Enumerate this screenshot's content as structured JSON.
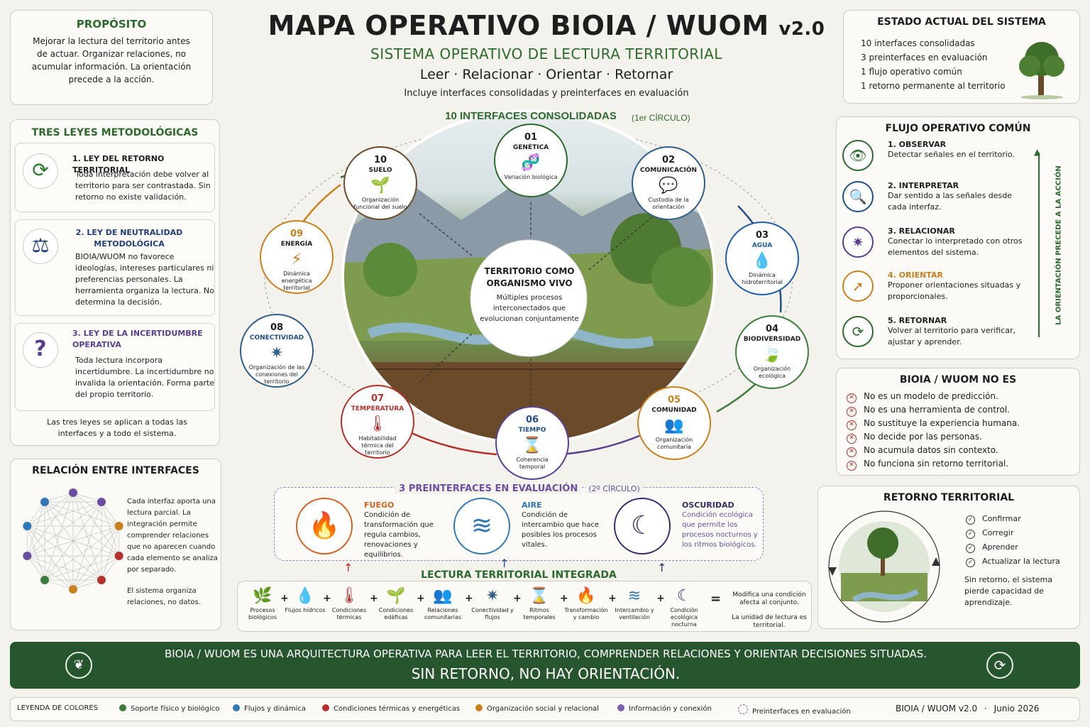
{
  "header": {
    "title": "MAPA OPERATIVO BIOIA / WUOM",
    "version": "v2.0",
    "subtitle": "SISTEMA OPERATIVO DE LECTURA TERRITORIAL",
    "steps": "Leer · Relacionar · Orientar · Retornar",
    "note": "Incluye interfaces consolidadas y preinterfaces en evaluación"
  },
  "proposito": {
    "title": "PROPÓSITO",
    "text": "Mejorar la lectura del territorio antes de actuar. Organizar relaciones, no acumular información. La orientación precede a la acción."
  },
  "leyes": {
    "title": "TRES LEYES METODOLÓGICAS",
    "items": [
      {
        "title": "1. LEY DEL RETORNO TERRITORIAL",
        "text": "Toda interpretación debe volver al territorio para ser contrastada. Sin retorno no existe validación.",
        "icon": "refresh-icon"
      },
      {
        "title": "2. LEY DE NEUTRALIDAD METODOLÓGICA",
        "text": "BIOIA/WUOM no favorece ideologías, intereses particulares ni preferencias personales. La herramienta organiza la lectura. No determina la decisión.",
        "icon": "scales-icon"
      },
      {
        "title": "3. LEY DE LA INCERTIDUMBRE OPERATIVA",
        "text": "Toda lectura incorpora incertidumbre. La incertidumbre no invalida la orientación. Forma parte del propio territorio.",
        "icon": "question-icon"
      }
    ],
    "footer": "Las tres leyes se aplican a todas las interfaces y a todo el sistema."
  },
  "relacion": {
    "title": "RELACIÓN ENTRE INTERFACES",
    "text1": "Cada interfaz aporta una lectura parcial. La integración permite comprender relaciones que no aparecen cuando cada elemento se analiza por separado.",
    "text2": "El sistema organiza relaciones, no datos.",
    "node_colors": [
      "#6a4fa0",
      "#6a4fa0",
      "#c9811d",
      "#b5312c",
      "#b5312c",
      "#c9811d",
      "#3c7d3c",
      "#6a4fa0",
      "#2f78b5",
      "#2f78b5"
    ]
  },
  "ring": {
    "label": "10 INTERFACES CONSOLIDADAS",
    "label_suffix": "(1er CÍRCULO)",
    "center": {
      "title": "TERRITORIO COMO ORGANISMO VIVO",
      "text": "Múltiples procesos interconectados que evolucionan conjuntamente"
    },
    "interfaces": [
      {
        "num": "01",
        "name": "GENÉTICA",
        "desc": "Variación biológica",
        "icon": "🧬",
        "color": "#2d6a2d"
      },
      {
        "num": "02",
        "name": "COMUNICACIÓN",
        "desc": "Custodia de la orientación",
        "icon": "💬",
        "color": "#2f5f8a"
      },
      {
        "num": "03",
        "name": "AGUA",
        "desc": "Dinámica hidroterritorial",
        "icon": "💧",
        "color": "#1f5fa8"
      },
      {
        "num": "04",
        "name": "BIODIVERSIDAD",
        "desc": "Organización ecológica",
        "icon": "🍃",
        "color": "#3c7d3c"
      },
      {
        "num": "05",
        "name": "COMUNIDAD",
        "desc": "Organización comunitaria",
        "icon": "👥",
        "color": "#c9811d"
      },
      {
        "num": "06",
        "name": "TIEMPO",
        "desc": "Coherencia temporal",
        "icon": "⌛",
        "color": "#5a3f8f"
      },
      {
        "num": "07",
        "name": "TEMPERATURA",
        "desc": "Habitabilidad térmica del territorio",
        "icon": "🌡",
        "color": "#b5312c"
      },
      {
        "num": "08",
        "name": "CONECTIVIDAD",
        "desc": "Organización de las conexiones del territorio",
        "icon": "✷",
        "color": "#2f5f8a"
      },
      {
        "num": "09",
        "name": "ENERGÍA",
        "desc": "Dinámica energética territorial",
        "icon": "⚡",
        "color": "#c9811d"
      },
      {
        "num": "10",
        "name": "SUELO",
        "desc": "Organización funcional del suelo",
        "icon": "🌱",
        "color": "#6b4a2a"
      }
    ]
  },
  "preinterfaces": {
    "label": "3 PREINTERFACES EN EVALUACIÓN",
    "label_suffix": "(2º CÍRCULO)",
    "items": [
      {
        "name": "FUEGO",
        "desc": "Condición de transformación que regula cambios, renovaciones y equilibrios.",
        "icon": "🔥",
        "color": "#d2621f"
      },
      {
        "name": "AIRE",
        "desc": "Condición de intercambio que hace posibles los procesos vitales.",
        "icon": "≋",
        "color": "#2f78b5"
      },
      {
        "name": "OSCURIDAD",
        "desc": "Condición ecológica que permite los procesos nocturnos y los ritmos biológicos.",
        "icon": "☾",
        "color": "#3a2a6a"
      }
    ]
  },
  "integrada": {
    "title": "LECTURA TERRITORIAL INTEGRADA",
    "items": [
      {
        "label": "Procesos biológicos",
        "icon": "🌿"
      },
      {
        "label": "Flujos hídricos",
        "icon": "💧"
      },
      {
        "label": "Condiciones térmicas",
        "icon": "🌡"
      },
      {
        "label": "Condiciones edáficas",
        "icon": "🌱"
      },
      {
        "label": "Relaciones comunitarias",
        "icon": "👥"
      },
      {
        "label": "Conectividad y flujos",
        "icon": "✷"
      },
      {
        "label": "Ritmos temporales",
        "icon": "⌛"
      },
      {
        "label": "Transformación y cambio",
        "icon": "🔥"
      },
      {
        "label": "Intercambio y ventilación",
        "icon": "≋"
      },
      {
        "label": "Condición ecológica nocturna",
        "icon": "☾"
      }
    ],
    "equals": "=",
    "result1": "Modifica una condición afecta al conjunto.",
    "result2": "La unidad de lectura es territorial."
  },
  "estado": {
    "title": "ESTADO ACTUAL DEL SISTEMA",
    "items": [
      "10 interfaces consolidadas",
      "3 preinterfaces en evaluación",
      "1 flujo operativo común",
      "1 retorno permanente al territorio"
    ]
  },
  "flujo": {
    "title": "FLUJO OPERATIVO COMÚN",
    "side_label": "LA ORIENTACIÓN PRECEDE A LA ACCIÓN",
    "steps": [
      {
        "title": "1. OBSERVAR",
        "text": "Detectar señales en el territorio.",
        "icon": "👁",
        "color": "#2d6a2d"
      },
      {
        "title": "2. INTERPRETAR",
        "text": "Dar sentido a las señales desde cada interfaz.",
        "icon": "🔍",
        "color": "#1f4f8a"
      },
      {
        "title": "3. RELACIONAR",
        "text": "Conectar lo interpretado con otros elementos del sistema.",
        "icon": "✷",
        "color": "#5a3f8f"
      },
      {
        "title": "4. ORIENTAR",
        "text": "Proponer orientaciones situadas y proporcionales.",
        "icon": "➚",
        "color": "#c9811d"
      },
      {
        "title": "5. RETORNAR",
        "text": "Volver al territorio para verificar, ajustar y aprender.",
        "icon": "⟳",
        "color": "#2d6a2d"
      }
    ]
  },
  "noes": {
    "title": "BIOIA / WUOM NO ES",
    "items": [
      "No es un modelo de predicción.",
      "No es una herramienta de control.",
      "No sustituye la experiencia humana.",
      "No decide por las personas.",
      "No acumula datos sin contexto.",
      "No funciona sin retorno territorial."
    ]
  },
  "retorno": {
    "title": "RETORNO TERRITORIAL",
    "items": [
      "Confirmar",
      "Corregir",
      "Aprender",
      "Actualizar la lectura"
    ],
    "note": "Sin retorno, el sistema pierde capacidad de aprendizaje."
  },
  "banner": {
    "line1": "BIOIA / WUOM ES UNA ARQUITECTURA OPERATIVA PARA LEER EL TERRITORIO, COMPRENDER RELACIONES Y ORIENTAR DECISIONES SITUADAS.",
    "line2": "SIN RETORNO, NO HAY ORIENTACIÓN."
  },
  "legend": {
    "title": "LEYENDA DE COLORES",
    "items": [
      {
        "label": "Soporte físico y biológico",
        "color": "#3c7d3c"
      },
      {
        "label": "Flujos y dinámica",
        "color": "#2f78b5"
      },
      {
        "label": "Condiciones térmicas y energéticas",
        "color": "#b5312c"
      },
      {
        "label": "Organización social y relacional",
        "color": "#c9811d"
      },
      {
        "label": "Información y conexión",
        "color": "#7a5fb0"
      },
      {
        "label": "Preinterfaces en evaluación",
        "color": "#7a5fb0"
      }
    ],
    "version": "BIOIA / WUOM v2.0",
    "sep": "·",
    "date": "Junio 2026"
  }
}
